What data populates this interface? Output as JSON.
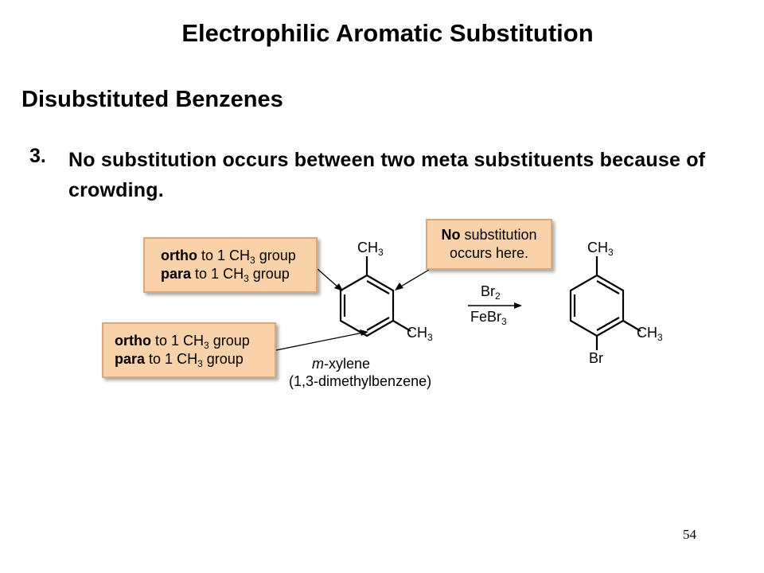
{
  "slide": {
    "title": "Electrophilic Aromatic Substitution",
    "section_heading": "Disubstituted Benzenes",
    "point_number": "3.",
    "point_text": "No substitution occurs between two meta substituents because of crowding.",
    "page_number": "54"
  },
  "callouts": [
    {
      "line1_bold": "ortho",
      "line1_pre": "to 1 CH",
      "line1_sub": "3",
      "line1_post": " group",
      "line2_bold": "para",
      "line2_pre": "to 1 CH",
      "line2_sub": "3",
      "line2_post": " group"
    },
    {
      "line1_bold": "ortho",
      "line1_pre": "to 1 CH",
      "line1_sub": "3",
      "line1_post": " group",
      "line2_bold": "para",
      "line2_pre": "to 1 CH",
      "line2_sub": "3",
      "line2_post": " group"
    },
    {
      "line1_bold": "No",
      "line1_rest": "substitution",
      "line2": "occurs here."
    }
  ],
  "reactant": {
    "substituent_top": "CH",
    "substituent_top_sub": "3",
    "substituent_right": "CH",
    "substituent_right_sub": "3",
    "name_italic": "m",
    "name_rest": "-xylene",
    "systematic_name": "(1,3-dimethylbenzene)"
  },
  "reagents": {
    "above_arrow": "Br",
    "above_arrow_sub": "2",
    "below_arrow": "FeBr",
    "below_arrow_sub": "3"
  },
  "product": {
    "substituent_top": "CH",
    "substituent_top_sub": "3",
    "substituent_right": "CH",
    "substituent_right_sub": "3",
    "substituent_bottom": "Br"
  },
  "colors": {
    "callout_fill": "#f9d2aa",
    "callout_border": "#dba77d"
  }
}
